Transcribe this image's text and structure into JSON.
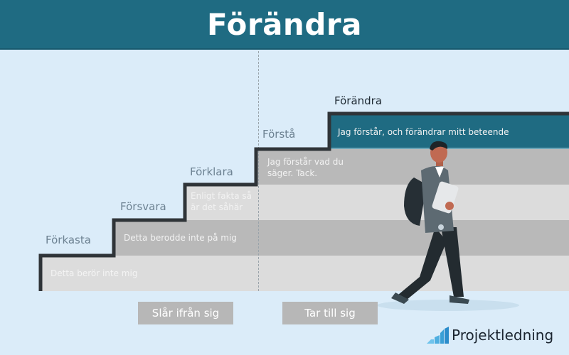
{
  "header": {
    "title": "Förändra"
  },
  "steps": [
    {
      "label": "Förkasta",
      "text": "Detta berör inte mig"
    },
    {
      "label": "Försvara",
      "text": "Detta berodde inte på mig"
    },
    {
      "label": "Förklara",
      "text_line1": "Enligt fakta så",
      "text_line2": "är det såhär"
    },
    {
      "label": "Förstå",
      "text_line1": "Jag förstår vad du",
      "text_line2": "säger. Tack."
    },
    {
      "label": "Förändra",
      "text": "Jag förstår, och förändrar mitt beteende"
    }
  ],
  "phases": {
    "left": "Slår ifrån sig",
    "right": "Tar till sig"
  },
  "brand": {
    "name": "Projektledning"
  },
  "colors": {
    "header": "#1f6b82",
    "background": "#dbecf9",
    "band_dark": "#b9b9b9",
    "band_light": "#dcdcdc",
    "band_top": "#1f6b82",
    "stair_line": "#2f3438"
  }
}
